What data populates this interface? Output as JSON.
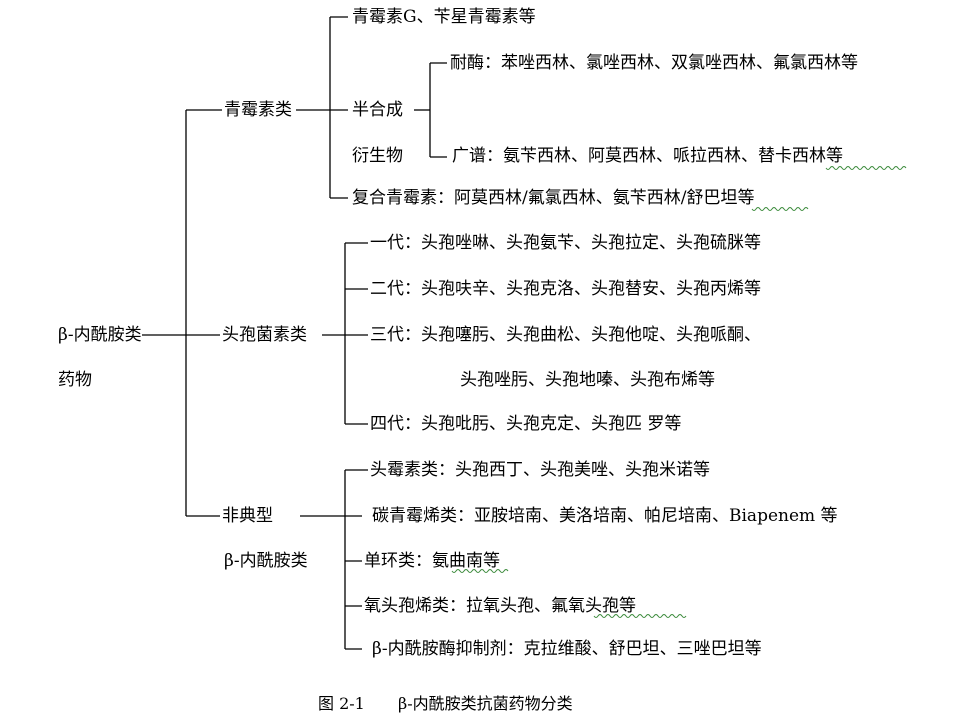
{
  "root": {
    "line1": "β-内酰胺类",
    "line2": "药物"
  },
  "penicillins": {
    "label": "青霉素类",
    "natural": "青霉素G、苄星青霉素等",
    "semi": {
      "line1": "半合成",
      "line2": "衍生物",
      "acid_resistant": "耐酶：苯唑西林、氯唑西林、双氯唑西林、氟氯西林等",
      "broad_spectrum": "广谱：氨苄西林、阿莫西林、哌拉西林、替卡西林等"
    },
    "combination": "复合青霉素：阿莫西林/氟氯西林、氨苄西林/舒巴坦等"
  },
  "cephalosporins": {
    "label": "头孢菌素类",
    "gen1": "一代：头孢唑啉、头孢氨苄、头孢拉定、头孢硫脒等",
    "gen2": "二代：头孢呋辛、头孢克洛、头孢替安、头孢丙烯等",
    "gen3_line1": "三代：头孢噻肟、头孢曲松、头孢他啶、头孢哌酮、",
    "gen3_line2": "头孢唑肟、头孢地嗪、头孢布烯等",
    "gen4": "四代：头孢吡肟、头孢克定、头孢匹 罗等"
  },
  "atypical": {
    "line1": "非典型",
    "line2": "β-内酰胺类",
    "cephamycins": "头霉素类：头孢西丁、头孢美唑、头孢米诺等",
    "carbapenems": "碳青霉烯类：亚胺培南、美洛培南、帕尼培南、Biapenem 等",
    "monobactams": "单环类：氨曲南等",
    "oxacephems": "氧头孢烯类：拉氧头孢、氟氧头孢等",
    "inhibitors": "β-内酰胺酶抑制剂：克拉维酸、舒巴坦、三唑巴坦等"
  },
  "caption": {
    "figure": "图 2-1",
    "title": "β-内酰胺类抗菌药物分类"
  }
}
